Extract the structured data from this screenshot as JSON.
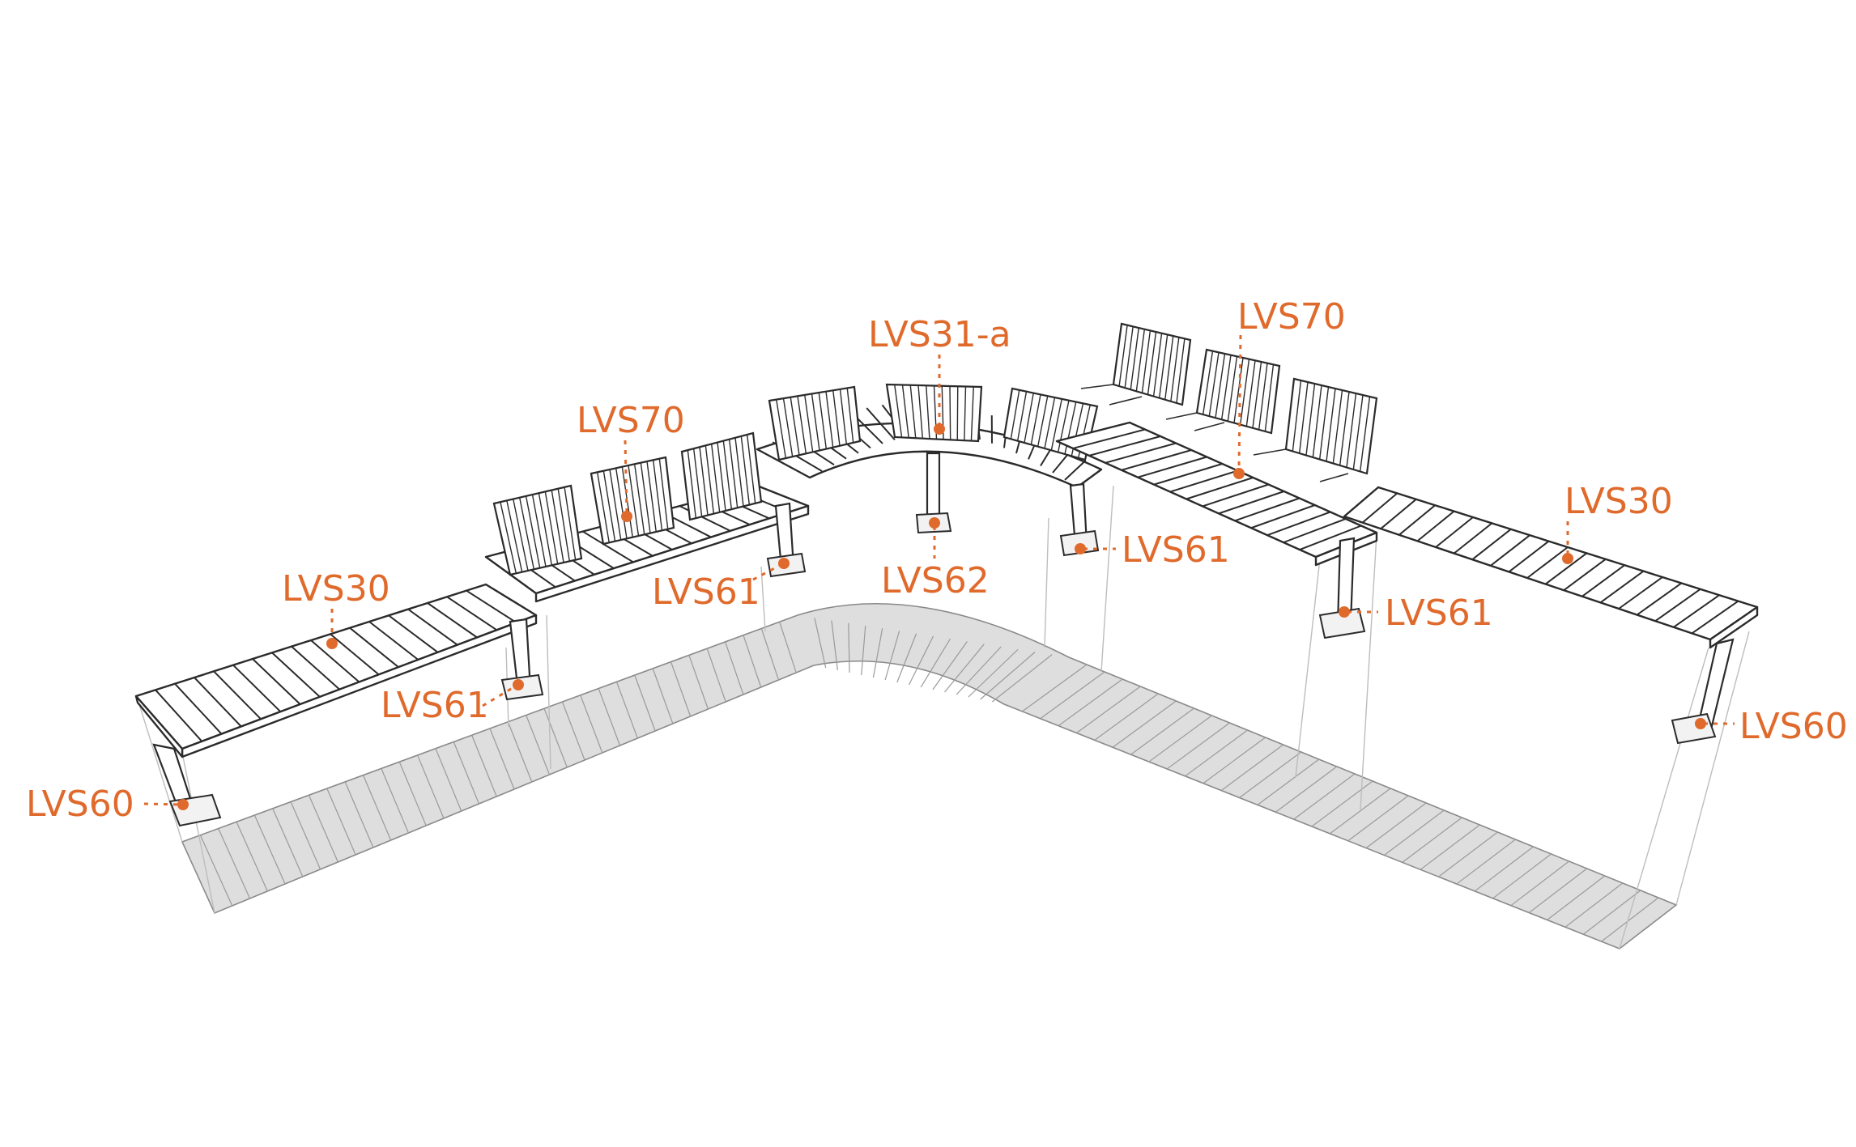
{
  "colors": {
    "accent": "#e06a2c",
    "line": "#2b2b2b",
    "floor": "#dedede"
  },
  "labels": {
    "lvs60_left": "LVS60",
    "lvs30_left": "LVS30",
    "lvs61_left_low": "LVS61",
    "lvs70_left": "LVS70",
    "lvs61_left_mid": "LVS61",
    "lvs31a": "LVS31-a",
    "lvs62": "LVS62",
    "lvs61_right_mid": "LVS61",
    "lvs70_right": "LVS70",
    "lvs61_right_low": "LVS61",
    "lvs30_right": "LVS30",
    "lvs60_right": "LVS60"
  }
}
